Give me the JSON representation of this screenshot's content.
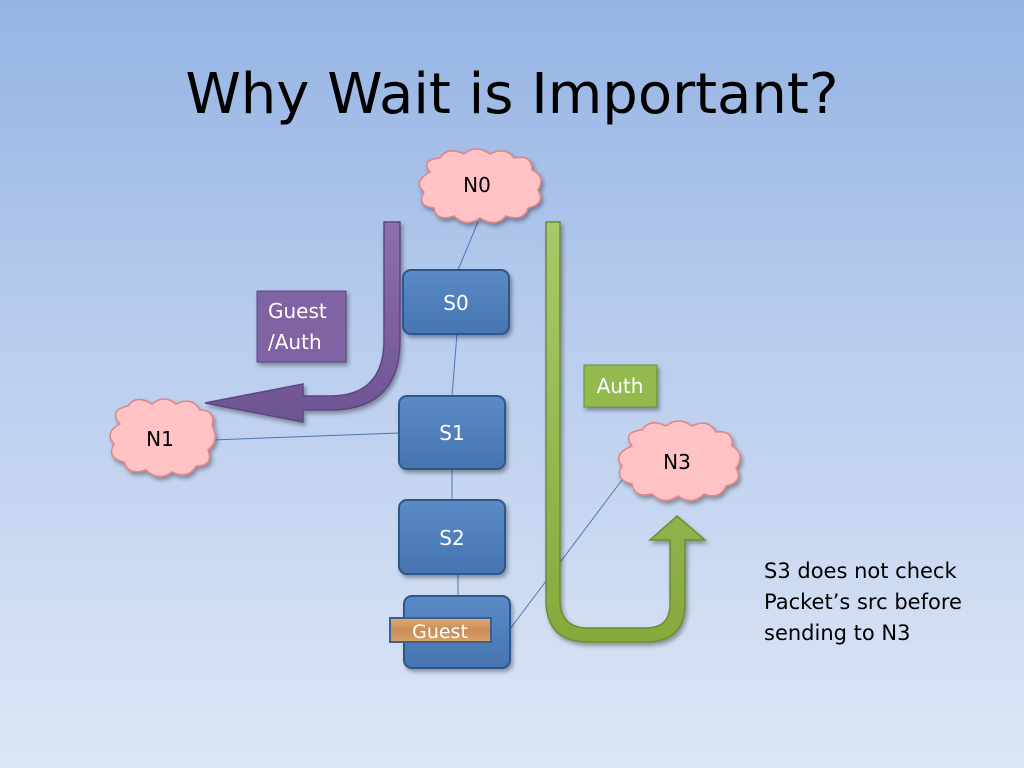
{
  "slide": {
    "title": "Why Wait is Important?"
  },
  "nodes": {
    "n0": "N0",
    "n1": "N1",
    "n3": "N3"
  },
  "switches": {
    "s0": "S0",
    "s1": "S1",
    "s2": "S2"
  },
  "labels": {
    "guest_auth_line1": "Guest",
    "guest_auth_line2": "/Auth",
    "auth": "Auth",
    "guest": "Guest"
  },
  "note": {
    "lines": [
      "S3 does not check",
      "Packet’s src before",
      "sending to N3"
    ]
  },
  "colors": {
    "switch_fill": "#4f81bd",
    "switch_border": "#2d5688",
    "cloud_fill": "#ffc2c5",
    "cloud_border": "#e08585",
    "purple_arrow": "#8064a2",
    "green_arrow": "#9bbb59",
    "guest_tag": "#d29a62"
  }
}
